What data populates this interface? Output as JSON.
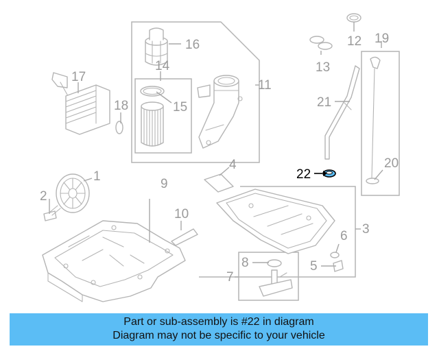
{
  "diagram": {
    "highlight_color": "#5bbdf5",
    "highlighted_part": "22",
    "callouts": [
      "1",
      "2",
      "3",
      "4",
      "5",
      "6",
      "7",
      "8",
      "9",
      "10",
      "11",
      "12",
      "13",
      "14",
      "15",
      "16",
      "17",
      "18",
      "19",
      "20",
      "21",
      "22"
    ]
  },
  "banner": {
    "line1": "Part or sub-assembly is #22 in diagram",
    "line2": "Diagram may not be specific to your vehicle",
    "background": "#5bbdf5"
  }
}
